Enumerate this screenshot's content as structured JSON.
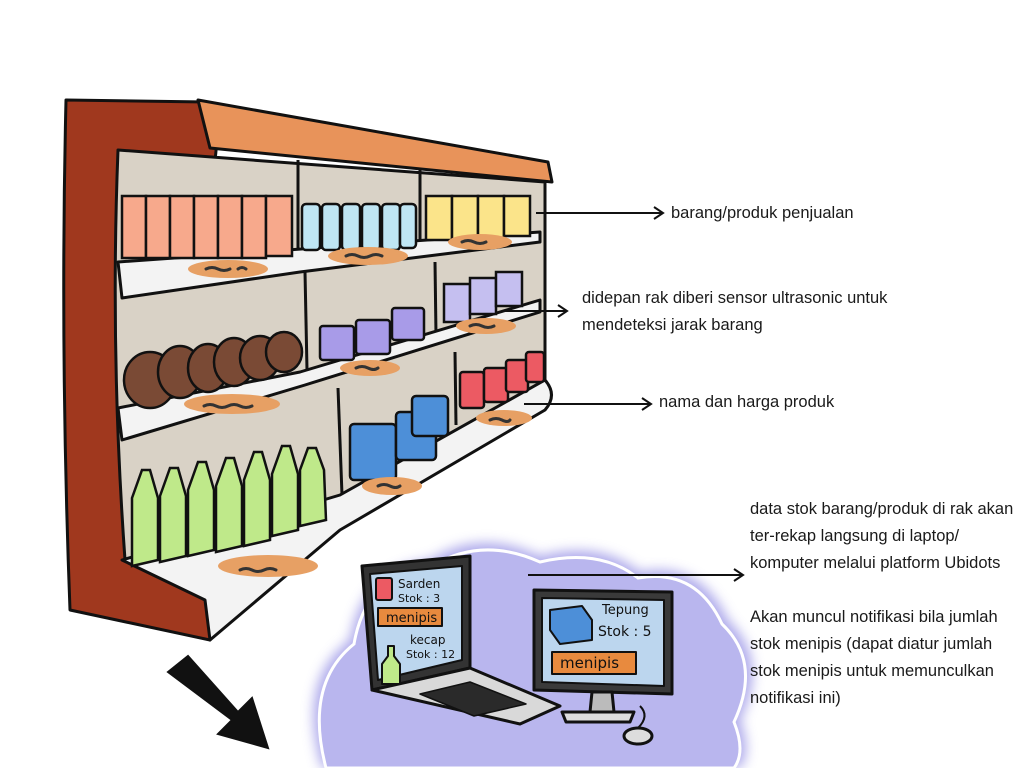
{
  "annotations": {
    "products": "barang/produk penjualan",
    "sensor_line1": "didepan rak diberi sensor ultrasonic untuk",
    "sensor_line2": "mendeteksi jarak barang",
    "price_tag": "nama dan harga produk",
    "stock_line1": "data stok barang/produk di rak akan",
    "stock_line2": "ter-rekap langsung di laptop/",
    "stock_line3": "komputer melalui platform Ubidots",
    "notif_line1": "Akan muncul notifikasi bila jumlah",
    "notif_line2": "stok menipis (dapat diatur jumlah",
    "notif_line3": "stok menipis untuk memunculkan",
    "notif_line4": "notifikasi ini)"
  },
  "laptop_screen": {
    "item1_name": "Sarden",
    "item1_stock": "Stok : 3",
    "item1_status": "menipis",
    "item2_name": "kecap",
    "item2_stock": "Stok : 12"
  },
  "monitor_screen": {
    "item_name": "Tepung",
    "item_stock": "Stok : 5",
    "item_status": "menipis"
  },
  "colors": {
    "shelf_frame": "#a0381e",
    "shelf_top": "#e8935a",
    "shelf_back": "#d9d2c6",
    "price_tag": "#e7a064",
    "cloud": "#b9b6ee",
    "screen": "#bcd6ee",
    "badge": "#e88a3e",
    "product_peach": "#f7a98c",
    "product_cyan": "#bfe6f4",
    "product_yellow": "#fbe48a",
    "product_lavender": "#c5bff0",
    "product_brown": "#7a4a35",
    "product_purple": "#a89be8",
    "product_red": "#ec5a63",
    "product_blue": "#4d8fd8",
    "product_green": "#bfe98a"
  }
}
